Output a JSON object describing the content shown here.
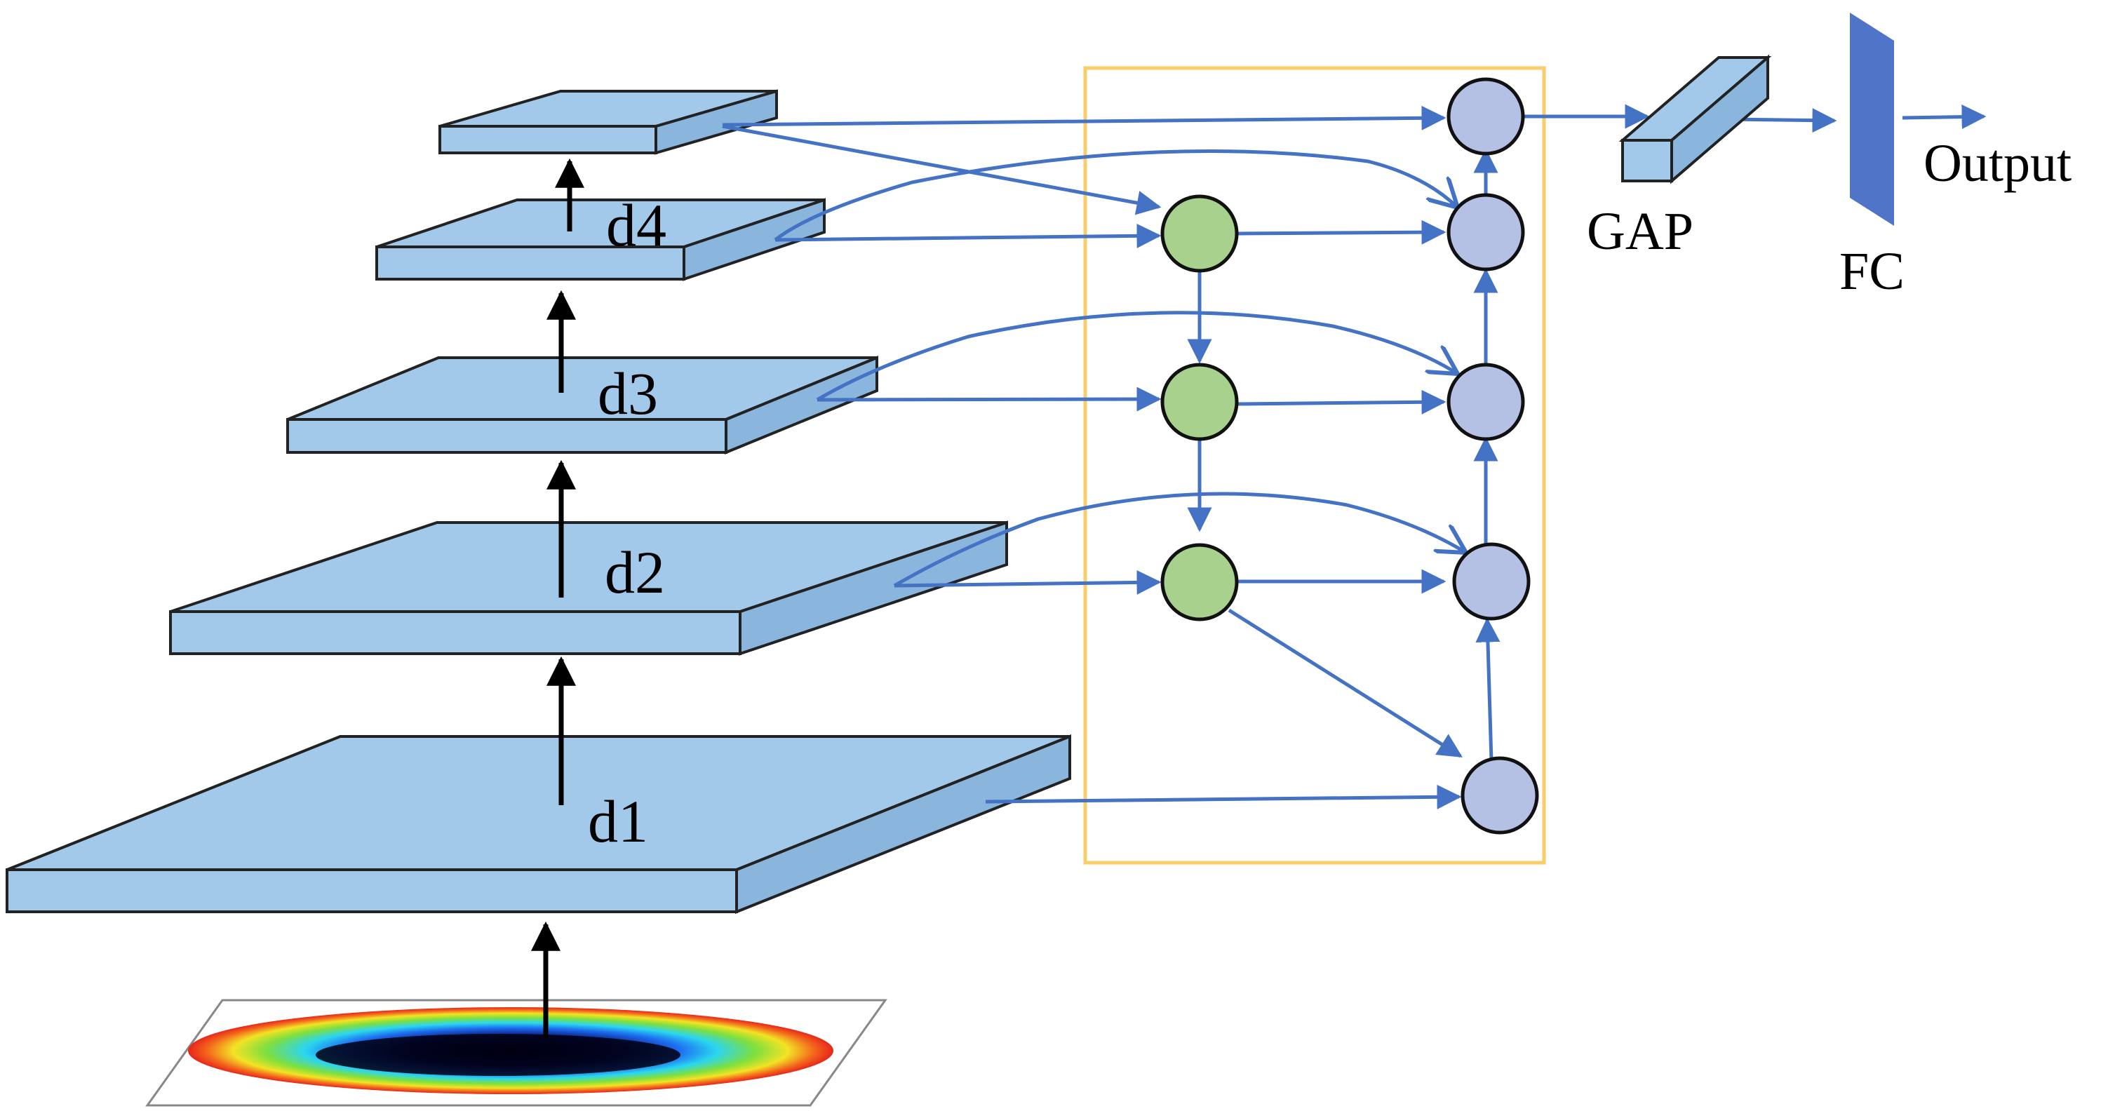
{
  "labels": {
    "d1": "d1",
    "d2": "d2",
    "d3": "d3",
    "d4": "d4",
    "gap": "GAP",
    "fc": "FC",
    "output": "Output"
  },
  "colors": {
    "layer_fill": "#a3c9ea",
    "layer_fill_dark": "#8ab5dc",
    "arrow_blue": "#4472c4",
    "green_node": "#a9d18e",
    "blue_node": "#b4c0e4",
    "fusion_box": "#f8cd6a",
    "fc_layer": "#4f74c8"
  },
  "icons": {
    "input": "heatmap-image-icon"
  }
}
